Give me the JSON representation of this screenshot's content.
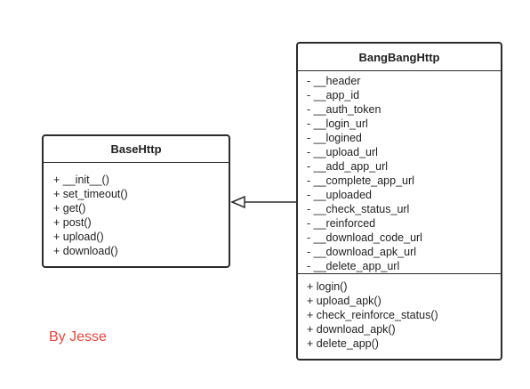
{
  "classes": {
    "base": {
      "name": "BaseHttp",
      "fields": [],
      "methods": [
        "+ __init__()",
        "+ set_timeout()",
        "+ get()",
        "+ post()",
        "+ upload()",
        "+ download()"
      ]
    },
    "derived": {
      "name": "BangBangHttp",
      "fields": [
        "- __header",
        "- __app_id",
        "- __auth_token",
        "- __login_url",
        "- __logined",
        "- __upload_url",
        "- __add_app_url",
        "- __complete_app_url",
        "- __uploaded",
        "- __check_status_url",
        "- __reinforced",
        "- __download_code_url",
        "- __download_apk_url",
        "- __delete_app_url"
      ],
      "methods": [
        "+ login()",
        "+ upload_apk()",
        "+ check_reinforce_status()",
        "+ download_apk()",
        "+ delete_app()"
      ]
    }
  },
  "relationship": {
    "type": "inheritance",
    "from": "BangBangHttp",
    "to": "BaseHttp"
  },
  "annotation": {
    "text": "By Jesse",
    "color": "#e8453c"
  },
  "colors": {
    "border": "#2b2b2b",
    "text": "#222222"
  }
}
